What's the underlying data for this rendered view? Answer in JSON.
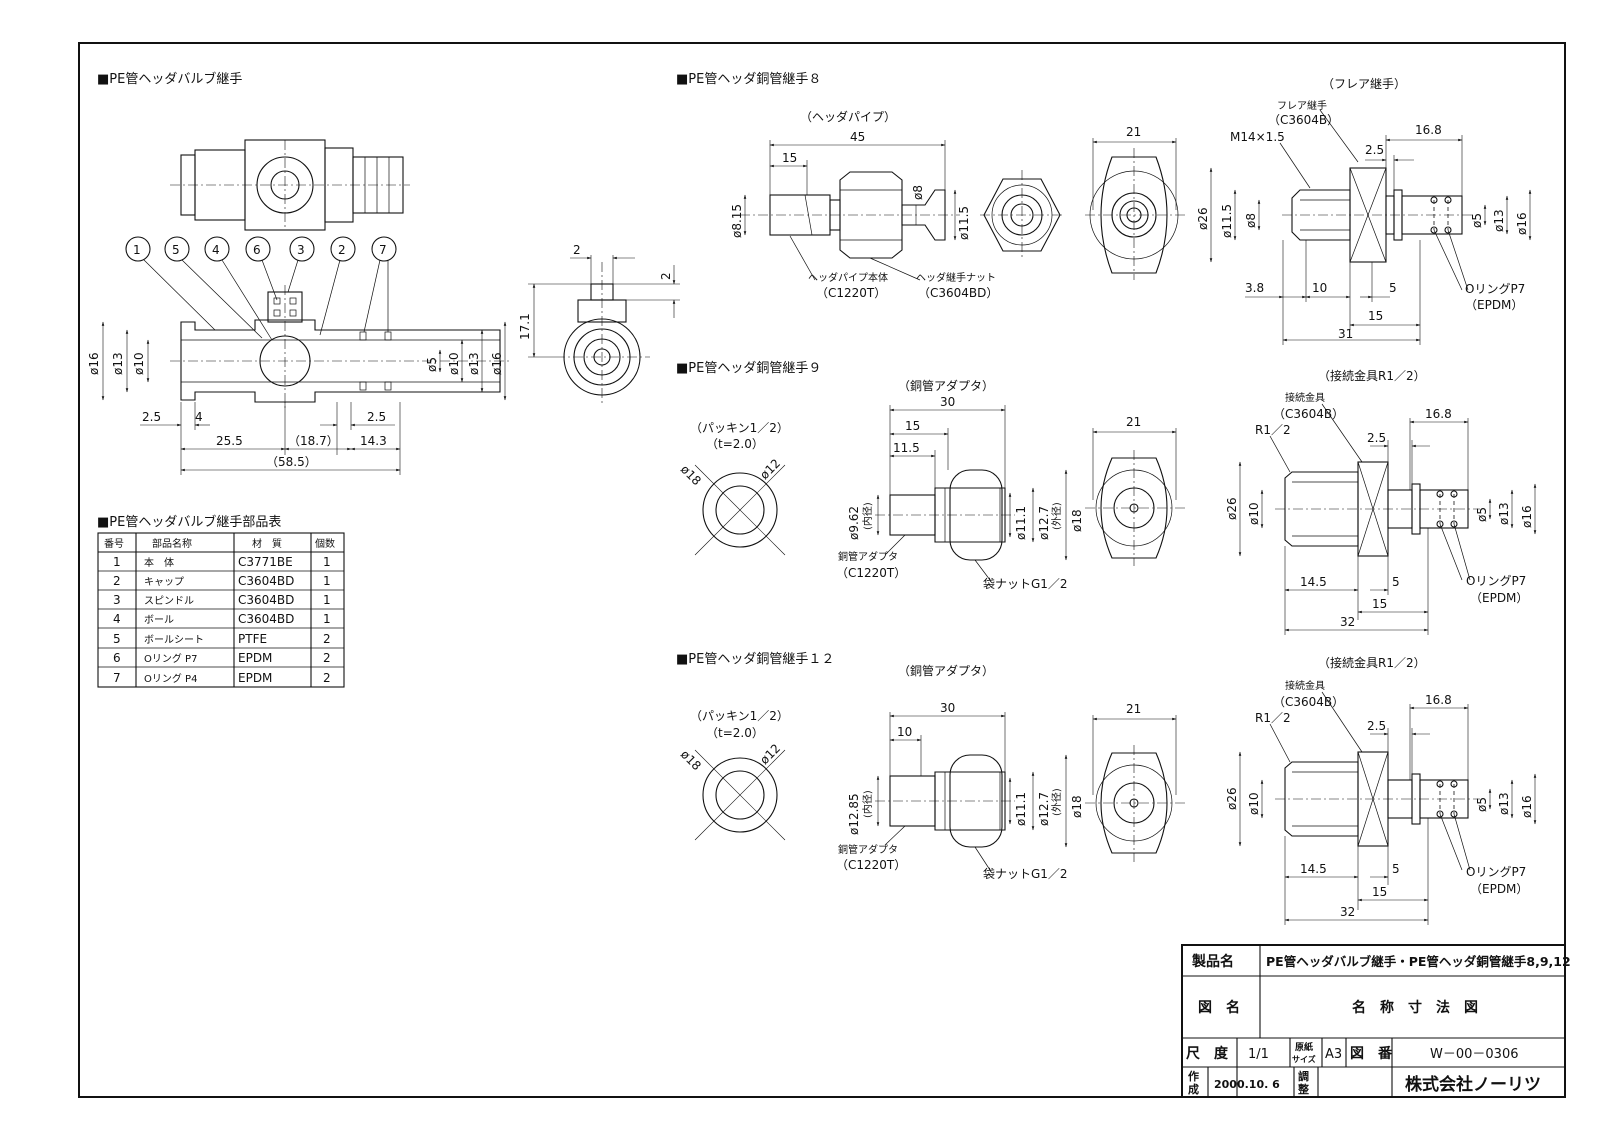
{
  "sections": {
    "valve": "■PE管ヘッダバルブ継手",
    "parts_table": "■PE管ヘッダバルブ継手部品表",
    "j8": "■PE管ヘッダ銅管継手８",
    "j9": "■PE管ヘッダ銅管継手９",
    "j12": "■PE管ヘッダ銅管継手１２"
  },
  "labels": {
    "header_pipe": "（ヘッダパイプ）",
    "flare_fitting": "（フレア継手）",
    "flare_fitting_name": "フレア継手",
    "flare_fitting_mat": "（C3604B）",
    "m14": "M14×1.5",
    "pipe_body": "ヘッダパイプ本体",
    "pipe_body_mat": "（C1220T）",
    "nut": "ヘッダ継手ナット",
    "nut_mat": "（C3604BD）",
    "oring": "OリングP7",
    "oring_mat": "（EPDM）",
    "copper_adapter_h": "（銅管アダプタ）",
    "connector_h": "（接続金具R1／2）",
    "packing": "（パッキン1／2）",
    "packing_t": "（t=2.0）",
    "connector": "接続金具",
    "connector_mat": "（C3604B）",
    "r12": "R1／2",
    "copper_adapter": "銅管アダプタ",
    "copper_adapter_mat": "（C1220T）",
    "bag_nut": "袋ナットG1／2",
    "inner": "(内径)",
    "outer": "(外径)"
  },
  "balloons": [
    "1",
    "5",
    "4",
    "6",
    "3",
    "2",
    "7"
  ],
  "dims": {
    "v_phi16": "ø16",
    "v_phi13": "ø13",
    "v_phi10": "ø10",
    "v_phi5": "ø5",
    "v_phi10r": "ø10",
    "v_phi13r": "ø13",
    "v_phi16r": "ø16",
    "v_25a": "2.5",
    "v_4": "4",
    "v_25b": "2.5",
    "v_255": "25.5",
    "v_187": "（18.7）",
    "v_143": "14.3",
    "v_585": "（58.5）",
    "s_2a": "2",
    "s_2b": "2",
    "s_171": "17.1",
    "h_45": "45",
    "h_15": "15",
    "h_phi815": "ø8.15",
    "h_phi8": "ø8",
    "h_phi115": "ø11.5",
    "e_21": "21",
    "f_168": "16.8",
    "f_25": "2.5",
    "f_phi26": "ø26",
    "f_phi115": "ø11.5",
    "f_phi8": "ø8",
    "f_phi5": "ø5",
    "f_phi13": "ø13",
    "f_phi16": "ø16",
    "f_38": "3.8",
    "f_10": "10",
    "f_5": "5",
    "f_15": "15",
    "f_31": "31",
    "p_phi18": "ø18",
    "p_phi12": "ø12",
    "a9_30": "30",
    "a9_15": "15",
    "a9_115": "11.5",
    "a9_phi962": "ø9.62",
    "a_phi111": "ø11.1",
    "a_phi127": "ø12.7",
    "a_phi18": "ø18",
    "c_168": "16.8",
    "c_25": "2.5",
    "c_phi26": "ø26",
    "c_phi10": "ø10",
    "c_phi5": "ø5",
    "c_phi13": "ø13",
    "c_phi16": "ø16",
    "c_145": "14.5",
    "c_5": "5",
    "c_15": "15",
    "c_32": "32",
    "a12_30": "30",
    "a12_10": "10",
    "a12_phi1285": "ø12.85"
  },
  "parts_table": {
    "headers": [
      "番号",
      "部品名称",
      "材　質",
      "個数"
    ],
    "rows": [
      [
        "1",
        "本　体",
        "C3771BE",
        "1"
      ],
      [
        "2",
        "キャップ",
        "C3604BD",
        "1"
      ],
      [
        "3",
        "スピンドル",
        "C3604BD",
        "1"
      ],
      [
        "4",
        "ボール",
        "C3604BD",
        "1"
      ],
      [
        "5",
        "ボールシート",
        "PTFE",
        "2"
      ],
      [
        "6",
        "Oリング P7",
        "EPDM",
        "2"
      ],
      [
        "7",
        "Oリング P4",
        "EPDM",
        "2"
      ]
    ]
  },
  "title_block": {
    "product_label": "製品名",
    "product_value": "PE管ヘッダバルブ継手・PE管ヘッダ銅管継手8,9,12",
    "drawing_label": "図　名",
    "drawing_value": "名　称　寸　法　図",
    "scale_label": "尺　度",
    "scale_value": "1/1",
    "paper_label_1": "原紙",
    "paper_label_2": "サイズ",
    "paper_value": "A3",
    "number_label": "図　番",
    "number_value": "W－00－0306",
    "made_label_1": "作",
    "made_label_2": "成",
    "made_value": "2000.10. 6",
    "adj_label_1": "調",
    "adj_label_2": "整",
    "company": "株式会社ノーリツ"
  }
}
